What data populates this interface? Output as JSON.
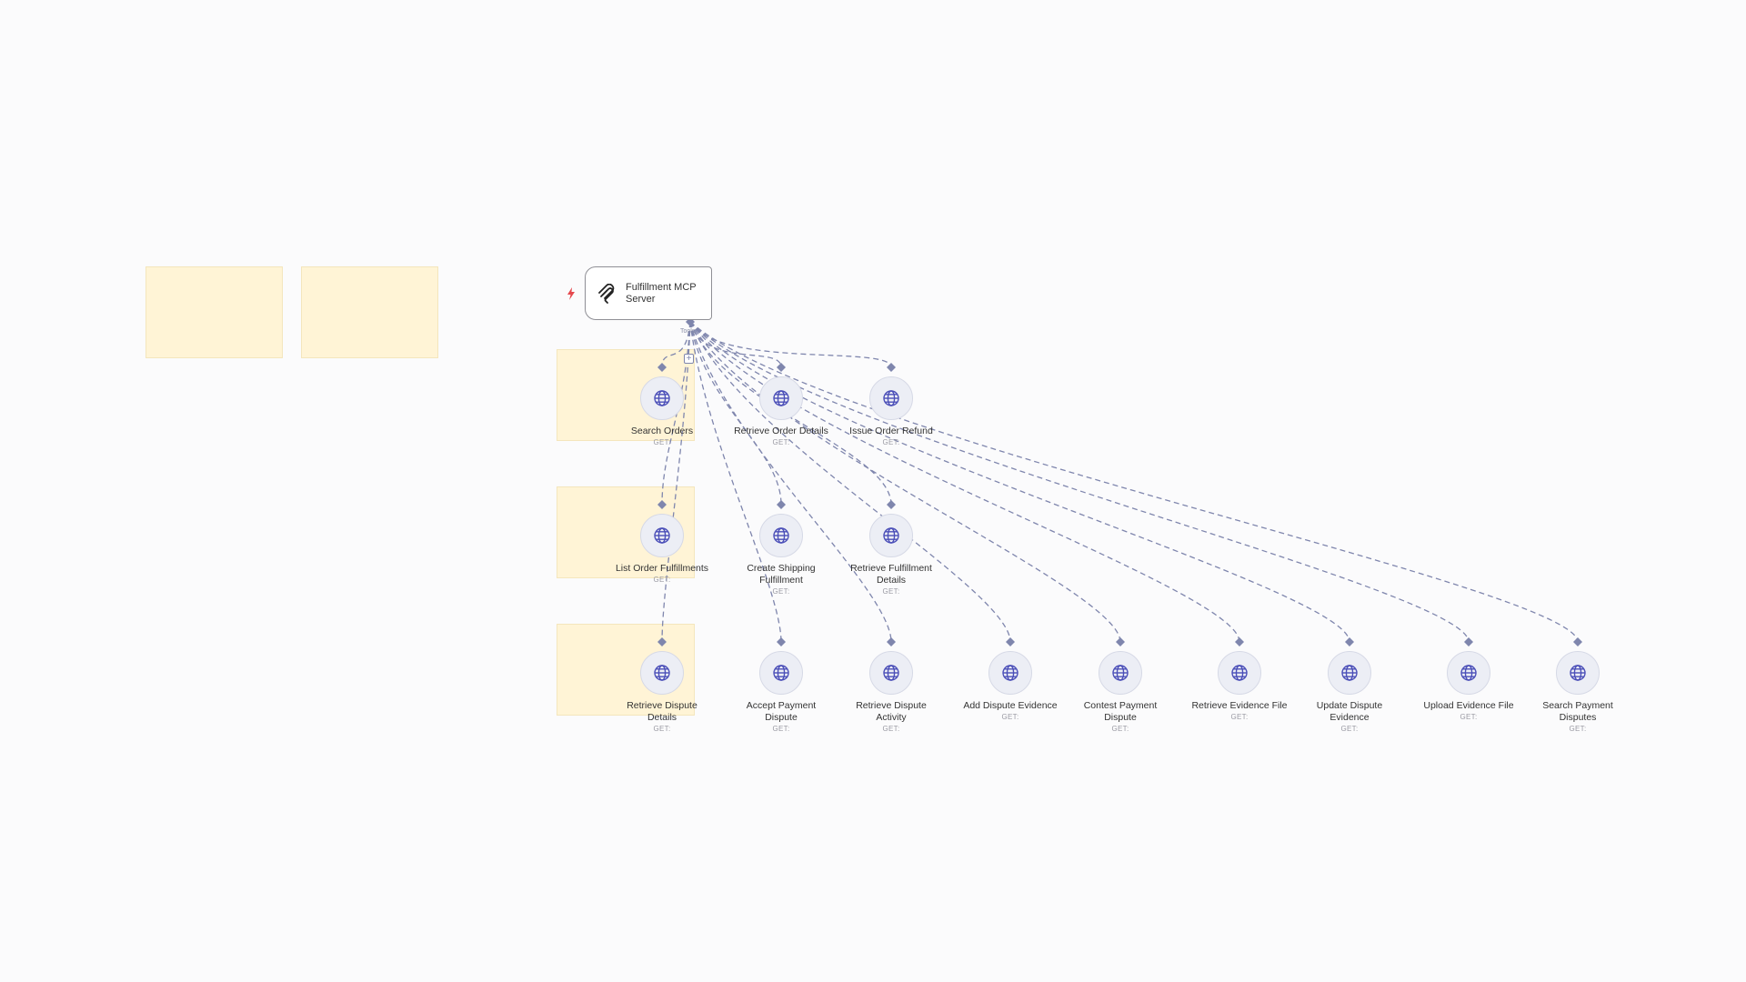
{
  "canvas": {
    "background": "#fbfbfc",
    "edge_color": "#7f86ad",
    "sticky_color": "#fff4d6"
  },
  "trigger": {
    "label": "Fulfillment MCP Server",
    "icon": "mcp-server-icon",
    "status_icon": "bolt-icon",
    "status_color": "#e5484d",
    "output_label": "Tools"
  },
  "add_button": {
    "label": "+"
  },
  "nodes": [
    {
      "id": "search-orders",
      "name": "Search Orders",
      "method": "GET:",
      "icon": "globe-icon"
    },
    {
      "id": "retrieve-order-details",
      "name": "Retrieve Order Details",
      "method": "GET:",
      "icon": "globe-icon"
    },
    {
      "id": "issue-order-refund",
      "name": "Issue Order Refund",
      "method": "GET:",
      "icon": "globe-icon"
    },
    {
      "id": "list-order-fulfillments",
      "name": "List Order Fulfillments",
      "method": "GET:",
      "icon": "globe-icon"
    },
    {
      "id": "create-shipping-fulfillment",
      "name": "Create Shipping Fulfillment",
      "method": "GET:",
      "icon": "globe-icon"
    },
    {
      "id": "retrieve-fulfillment-details",
      "name": "Retrieve Fulfillment Details",
      "method": "GET:",
      "icon": "globe-icon"
    },
    {
      "id": "retrieve-dispute-details",
      "name": "Retrieve Dispute Details",
      "method": "GET:",
      "icon": "globe-icon"
    },
    {
      "id": "accept-payment-dispute",
      "name": "Accept Payment Dispute",
      "method": "GET:",
      "icon": "globe-icon"
    },
    {
      "id": "retrieve-dispute-activity",
      "name": "Retrieve Dispute Activity",
      "method": "GET:",
      "icon": "globe-icon"
    },
    {
      "id": "add-dispute-evidence",
      "name": "Add Dispute Evidence",
      "method": "GET:",
      "icon": "globe-icon"
    },
    {
      "id": "contest-payment-dispute",
      "name": "Contest Payment Dispute",
      "method": "GET:",
      "icon": "globe-icon"
    },
    {
      "id": "retrieve-evidence-file",
      "name": "Retrieve Evidence File",
      "method": "GET:",
      "icon": "globe-icon"
    },
    {
      "id": "update-dispute-evidence",
      "name": "Update Dispute Evidence",
      "method": "GET:",
      "icon": "globe-icon"
    },
    {
      "id": "upload-evidence-file",
      "name": "Upload Evidence File",
      "method": "GET:",
      "icon": "globe-icon"
    },
    {
      "id": "search-payment-disputes",
      "name": "Search Payment Disputes",
      "method": "GET:",
      "icon": "globe-icon"
    }
  ]
}
